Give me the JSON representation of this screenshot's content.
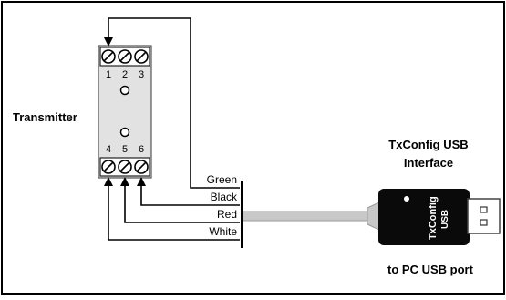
{
  "transmitter": {
    "label": "Transmitter",
    "top_terminals": [
      "1",
      "2",
      "3"
    ],
    "bottom_terminals": [
      "4",
      "5",
      "6"
    ]
  },
  "wires": [
    {
      "label": "Green"
    },
    {
      "label": "Black"
    },
    {
      "label": "Red"
    },
    {
      "label": "White"
    }
  ],
  "interface": {
    "title_line1": "TxConfig USB",
    "title_line2": "Interface",
    "dongle_text_line1": "TxConfig",
    "dongle_text_line2": "USB",
    "port_caption": "to PC USB port"
  }
}
